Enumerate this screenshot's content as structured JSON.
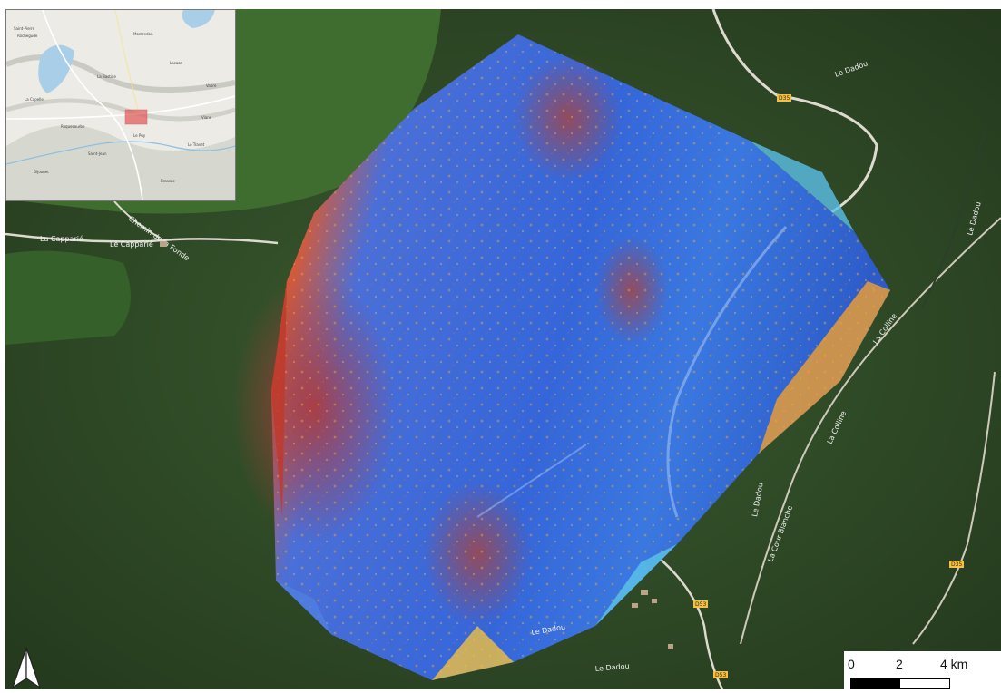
{
  "colors": {
    "forest": "#2e4a26",
    "field": "#3d6a2e",
    "dem_low": "#2f5fd6",
    "dem_high": "#c0392b",
    "dem_mid": "#e8a23a",
    "road": "#dedad0",
    "inset_highlight": "#e06060"
  },
  "map": {
    "road_labels": [
      "Le Dadou",
      "Le Dadou",
      "Le Dadou",
      "Le Dadou",
      "Le Dadou",
      "La Capparié",
      "Le Capparié",
      "Chemin de la Fonde",
      "La Colline",
      "La Colline",
      "La Cour Blanche"
    ],
    "road_numbers": [
      "D35",
      "D35",
      "D53",
      "D53"
    ]
  },
  "inset": {
    "place_labels": [
      "Saint-Pierre",
      "Rochegude",
      "Montredon",
      "La Bastide",
      "Le Puy",
      "Roquecourbe",
      "Saint-Jean",
      "Lacaze",
      "Vabre",
      "Le Travet",
      "Gijounet",
      "Brassac",
      "Viane",
      "La Capelle"
    ]
  },
  "scalebar": {
    "labels": [
      "0",
      "2",
      "4 km"
    ]
  },
  "north_arrow": {
    "icon": "north-arrow-icon"
  }
}
